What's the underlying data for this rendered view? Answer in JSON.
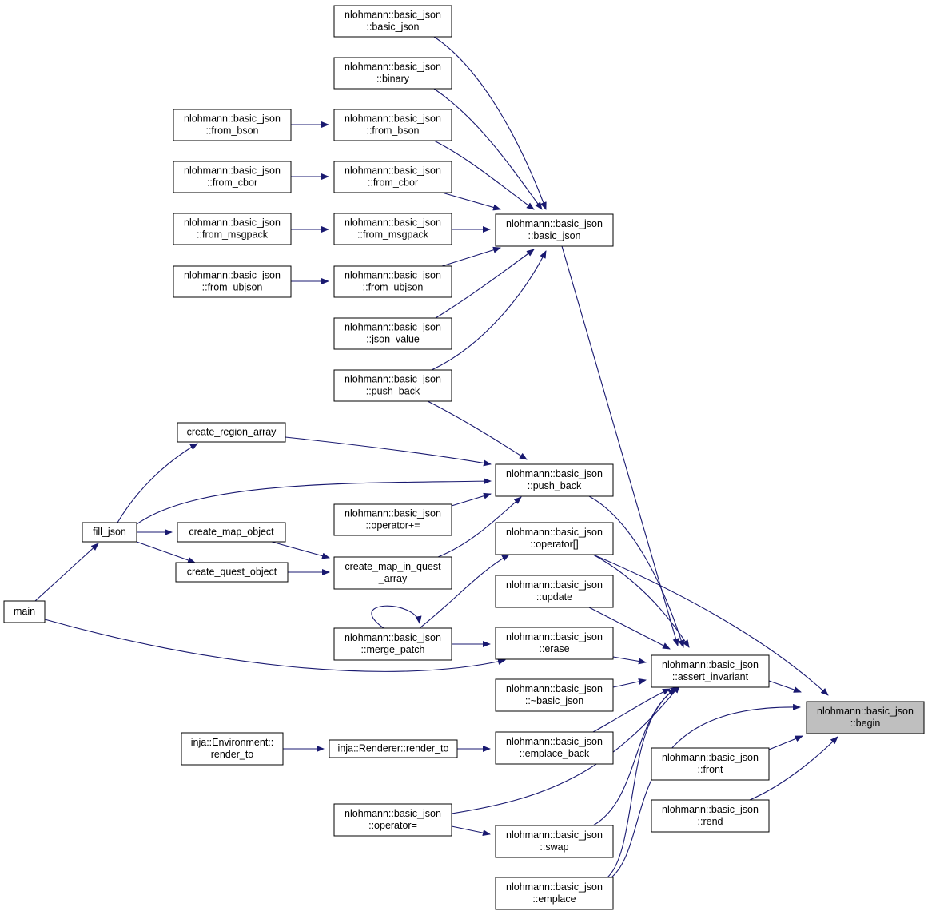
{
  "diagram": {
    "highlight_color": "#bfbfbf",
    "edge_color": "#191970",
    "nodes": [
      {
        "id": "begin",
        "lines": [
          "nlohmann::basic_json",
          "::begin"
        ],
        "highlight": true
      },
      {
        "id": "assert_invariant",
        "lines": [
          "nlohmann::basic_json",
          "::assert_invariant"
        ]
      },
      {
        "id": "front",
        "lines": [
          "nlohmann::basic_json",
          "::front"
        ]
      },
      {
        "id": "rend",
        "lines": [
          "nlohmann::basic_json",
          "::rend"
        ]
      },
      {
        "id": "ctor_main",
        "lines": [
          "nlohmann::basic_json",
          "::basic_json"
        ]
      },
      {
        "id": "push_back_main",
        "lines": [
          "nlohmann::basic_json",
          "::push_back"
        ]
      },
      {
        "id": "operator_index",
        "lines": [
          "nlohmann::basic_json",
          "::operator[]"
        ]
      },
      {
        "id": "update",
        "lines": [
          "nlohmann::basic_json",
          "::update"
        ]
      },
      {
        "id": "erase",
        "lines": [
          "nlohmann::basic_json",
          "::erase"
        ]
      },
      {
        "id": "dtor",
        "lines": [
          "nlohmann::basic_json",
          "::~basic_json"
        ]
      },
      {
        "id": "emplace_back",
        "lines": [
          "nlohmann::basic_json",
          "::emplace_back"
        ]
      },
      {
        "id": "swap",
        "lines": [
          "nlohmann::basic_json",
          "::swap"
        ]
      },
      {
        "id": "emplace",
        "lines": [
          "nlohmann::basic_json",
          "::emplace"
        ]
      },
      {
        "id": "ctor_top",
        "lines": [
          "nlohmann::basic_json",
          "::basic_json"
        ]
      },
      {
        "id": "binary",
        "lines": [
          "nlohmann::basic_json",
          "::binary"
        ]
      },
      {
        "id": "from_bson_mid",
        "lines": [
          "nlohmann::basic_json",
          "::from_bson"
        ]
      },
      {
        "id": "from_cbor_mid",
        "lines": [
          "nlohmann::basic_json",
          "::from_cbor"
        ]
      },
      {
        "id": "from_msgpack_mid",
        "lines": [
          "nlohmann::basic_json",
          "::from_msgpack"
        ]
      },
      {
        "id": "from_ubjson_mid",
        "lines": [
          "nlohmann::basic_json",
          "::from_ubjson"
        ]
      },
      {
        "id": "json_value",
        "lines": [
          "nlohmann::basic_json",
          "::json_value"
        ]
      },
      {
        "id": "push_back_upper",
        "lines": [
          "nlohmann::basic_json",
          "::push_back"
        ]
      },
      {
        "id": "from_bson_left",
        "lines": [
          "nlohmann::basic_json",
          "::from_bson"
        ]
      },
      {
        "id": "from_cbor_left",
        "lines": [
          "nlohmann::basic_json",
          "::from_cbor"
        ]
      },
      {
        "id": "from_msgpack_left",
        "lines": [
          "nlohmann::basic_json",
          "::from_msgpack"
        ]
      },
      {
        "id": "from_ubjson_left",
        "lines": [
          "nlohmann::basic_json",
          "::from_ubjson"
        ]
      },
      {
        "id": "operator_plus_eq",
        "lines": [
          "nlohmann::basic_json",
          "::operator+="
        ]
      },
      {
        "id": "create_map_in_quest_array",
        "lines": [
          "create_map_in_quest",
          "_array"
        ]
      },
      {
        "id": "merge_patch",
        "lines": [
          "nlohmann::basic_json",
          "::merge_patch"
        ]
      },
      {
        "id": "renderer_render_to",
        "lines": [
          "inja::Renderer::render_to"
        ]
      },
      {
        "id": "environment_render_to",
        "lines": [
          "inja::Environment::",
          "render_to"
        ]
      },
      {
        "id": "operator_assign",
        "lines": [
          "nlohmann::basic_json",
          "::operator="
        ]
      },
      {
        "id": "create_region_array",
        "lines": [
          "create_region_array"
        ]
      },
      {
        "id": "create_map_object",
        "lines": [
          "create_map_object"
        ]
      },
      {
        "id": "create_quest_object",
        "lines": [
          "create_quest_object"
        ]
      },
      {
        "id": "fill_json",
        "lines": [
          "fill_json"
        ]
      },
      {
        "id": "main",
        "lines": [
          "main"
        ]
      }
    ],
    "edges": [
      {
        "from": "assert_invariant",
        "to": "begin"
      },
      {
        "from": "front",
        "to": "begin"
      },
      {
        "from": "rend",
        "to": "begin"
      },
      {
        "from": "operator_index",
        "to": "begin"
      },
      {
        "from": "emplace",
        "to": "begin"
      },
      {
        "from": "ctor_main",
        "to": "assert_invariant"
      },
      {
        "from": "push_back_main",
        "to": "assert_invariant"
      },
      {
        "from": "operator_index",
        "to": "assert_invariant"
      },
      {
        "from": "update",
        "to": "assert_invariant"
      },
      {
        "from": "erase",
        "to": "assert_invariant"
      },
      {
        "from": "dtor",
        "to": "assert_invariant"
      },
      {
        "from": "emplace_back",
        "to": "assert_invariant"
      },
      {
        "from": "swap",
        "to": "assert_invariant"
      },
      {
        "from": "emplace",
        "to": "assert_invariant"
      },
      {
        "from": "operator_assign",
        "to": "assert_invariant"
      },
      {
        "from": "ctor_top",
        "to": "ctor_main"
      },
      {
        "from": "binary",
        "to": "ctor_main"
      },
      {
        "from": "from_bson_mid",
        "to": "ctor_main"
      },
      {
        "from": "from_cbor_mid",
        "to": "ctor_main"
      },
      {
        "from": "from_msgpack_mid",
        "to": "ctor_main"
      },
      {
        "from": "from_ubjson_mid",
        "to": "ctor_main"
      },
      {
        "from": "json_value",
        "to": "ctor_main"
      },
      {
        "from": "push_back_upper",
        "to": "ctor_main"
      },
      {
        "from": "from_bson_left",
        "to": "from_bson_mid"
      },
      {
        "from": "from_cbor_left",
        "to": "from_cbor_mid"
      },
      {
        "from": "from_msgpack_left",
        "to": "from_msgpack_mid"
      },
      {
        "from": "from_ubjson_left",
        "to": "from_ubjson_mid"
      },
      {
        "from": "push_back_upper",
        "to": "push_back_main"
      },
      {
        "from": "create_region_array",
        "to": "push_back_main"
      },
      {
        "from": "fill_json",
        "to": "push_back_main"
      },
      {
        "from": "operator_plus_eq",
        "to": "push_back_main"
      },
      {
        "from": "create_map_in_quest_array",
        "to": "push_back_main"
      },
      {
        "from": "merge_patch",
        "to": "operator_index"
      },
      {
        "from": "merge_patch",
        "to": "erase"
      },
      {
        "from": "merge_patch",
        "to": "merge_patch"
      },
      {
        "from": "main",
        "to": "erase"
      },
      {
        "from": "renderer_render_to",
        "to": "emplace_back"
      },
      {
        "from": "environment_render_to",
        "to": "renderer_render_to"
      },
      {
        "from": "operator_assign",
        "to": "swap"
      },
      {
        "from": "fill_json",
        "to": "create_region_array"
      },
      {
        "from": "fill_json",
        "to": "create_map_object"
      },
      {
        "from": "fill_json",
        "to": "create_quest_object"
      },
      {
        "from": "create_map_object",
        "to": "create_map_in_quest_array"
      },
      {
        "from": "create_quest_object",
        "to": "create_map_in_quest_array"
      },
      {
        "from": "main",
        "to": "fill_json"
      }
    ]
  }
}
